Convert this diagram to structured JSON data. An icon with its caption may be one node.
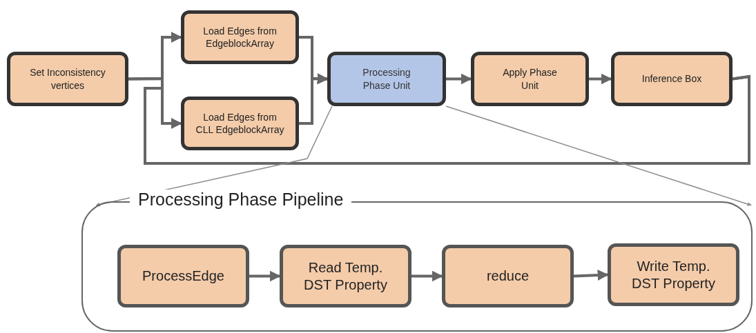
{
  "diagram": {
    "nodes": [
      {
        "text": [
          "Set Inconsistency vertices"
        ]
      },
      {
        "text": [
          "Load Edges from EdgeblockArray"
        ]
      },
      {
        "text": [
          "Load Edges from CLL EdgeblockArray"
        ]
      },
      {
        "text": [
          "Processing Phase Unit"
        ]
      },
      {
        "text": [
          "Apply Phase Unit"
        ]
      },
      {
        "text": [
          "Inference Box"
        ]
      },
      {
        "text": [
          "Processing Phase Pipeline"
        ]
      },
      {
        "text": [
          "ProcessEdge"
        ],
        "in": 6
      },
      {
        "text": [
          "Read Temp. DST Property"
        ],
        "in": 6
      },
      {
        "text": [
          "reduce"
        ],
        "in": 6
      },
      {
        "text": [
          "Write Temp. DST Property"
        ],
        "in": 6
      }
    ],
    "edges": [
      {
        "from": 0,
        "to": 1,
        "arrow": "to"
      },
      {
        "from": 0,
        "to": 2,
        "arrow": "to"
      },
      {
        "from": 1,
        "to": 3,
        "arrow": "to"
      },
      {
        "from": 2,
        "to": 3,
        "arrow": "to"
      },
      {
        "from": 3,
        "to": 4,
        "arrow": "to"
      },
      {
        "from": 4,
        "to": 5,
        "arrow": "to"
      },
      {
        "from": 5,
        "to": 1,
        "arrow": "to"
      },
      {
        "from": 5,
        "to": 2,
        "arrow": "to"
      },
      {
        "from": 3,
        "to": 6,
        "arrow": "to",
        "color": "#8c8c8c"
      },
      {
        "from": 3,
        "to": 6,
        "arrow": "to",
        "color": "#8c8c8c"
      },
      {
        "from": 7,
        "to": 8,
        "arrow": "to"
      },
      {
        "from": 8,
        "to": 9,
        "arrow": "to"
      },
      {
        "from": 9,
        "to": 10,
        "arrow": "to"
      }
    ]
  }
}
